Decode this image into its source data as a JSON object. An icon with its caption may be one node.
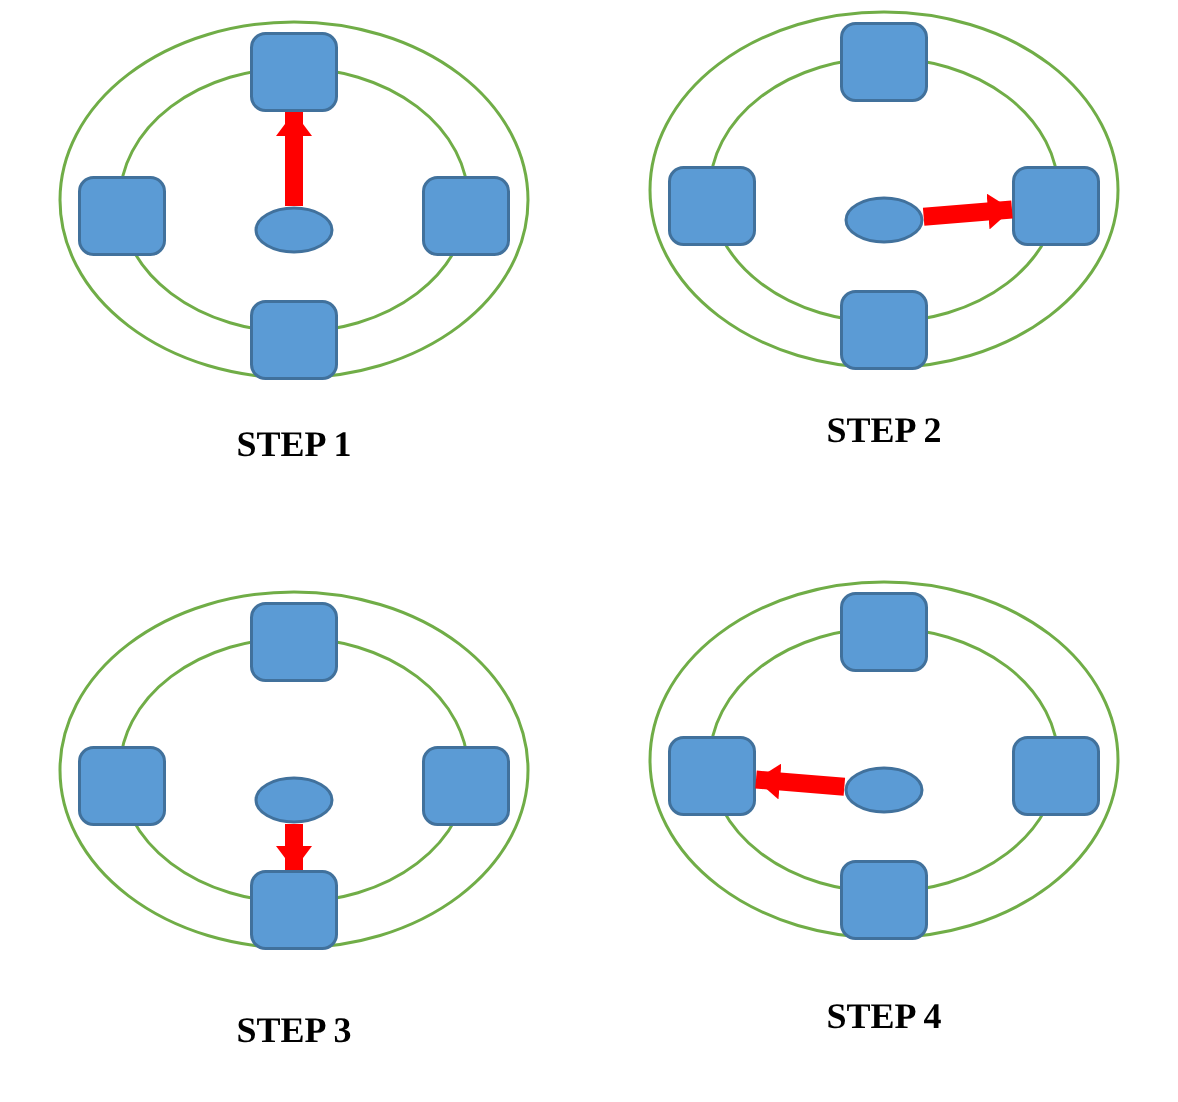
{
  "diagram": {
    "nodes": [
      {
        "text": [],
        "shape": "circle"
      },
      {
        "text": [],
        "shape": "circle",
        "in": 0
      },
      {
        "text": [],
        "shape": "box",
        "in": 0
      },
      {
        "text": [],
        "shape": "box",
        "in": 0
      },
      {
        "text": [],
        "shape": "circle",
        "in": 1
      },
      {
        "text": [],
        "shape": "box",
        "in": 0
      },
      {
        "text": [],
        "shape": "box",
        "in": 0
      },
      {
        "text": [],
        "shape": "circle"
      },
      {
        "text": [],
        "shape": "circle",
        "in": 7
      },
      {
        "text": [],
        "shape": "box",
        "in": 7
      },
      {
        "text": [],
        "shape": "box",
        "in": 7
      },
      {
        "text": [],
        "shape": "circle",
        "in": 8
      },
      {
        "text": [],
        "shape": "box",
        "in": 7
      },
      {
        "text": [],
        "shape": "box",
        "in": 7
      },
      {
        "text": [],
        "shape": "circle"
      },
      {
        "text": [],
        "shape": "circle",
        "in": 14
      },
      {
        "text": [],
        "shape": "box",
        "in": 14
      },
      {
        "text": [],
        "shape": "box",
        "in": 14
      },
      {
        "text": [],
        "shape": "circle",
        "in": 15
      },
      {
        "text": [],
        "shape": "box",
        "in": 14
      },
      {
        "text": [],
        "shape": "box",
        "in": 14
      },
      {
        "text": [],
        "shape": "circle"
      },
      {
        "text": [],
        "shape": "circle",
        "in": 21
      },
      {
        "text": [],
        "shape": "box",
        "in": 21
      },
      {
        "text": [],
        "shape": "box",
        "in": 21
      },
      {
        "text": [],
        "shape": "circle",
        "in": 22
      },
      {
        "text": [],
        "shape": "box",
        "in": 21
      },
      {
        "text": [],
        "shape": "box",
        "in": 21
      }
    ],
    "edges": [
      {
        "from": 4,
        "to": 2,
        "arrow": "to"
      },
      {
        "from": 11,
        "to": 12,
        "arrow": "to"
      },
      {
        "from": 18,
        "to": 20,
        "arrow": "to"
      },
      {
        "from": 25,
        "to": 24,
        "arrow": "to"
      }
    ],
    "labels": [
      "STEP 1",
      "STEP 2",
      "STEP 3",
      "STEP 4"
    ]
  }
}
